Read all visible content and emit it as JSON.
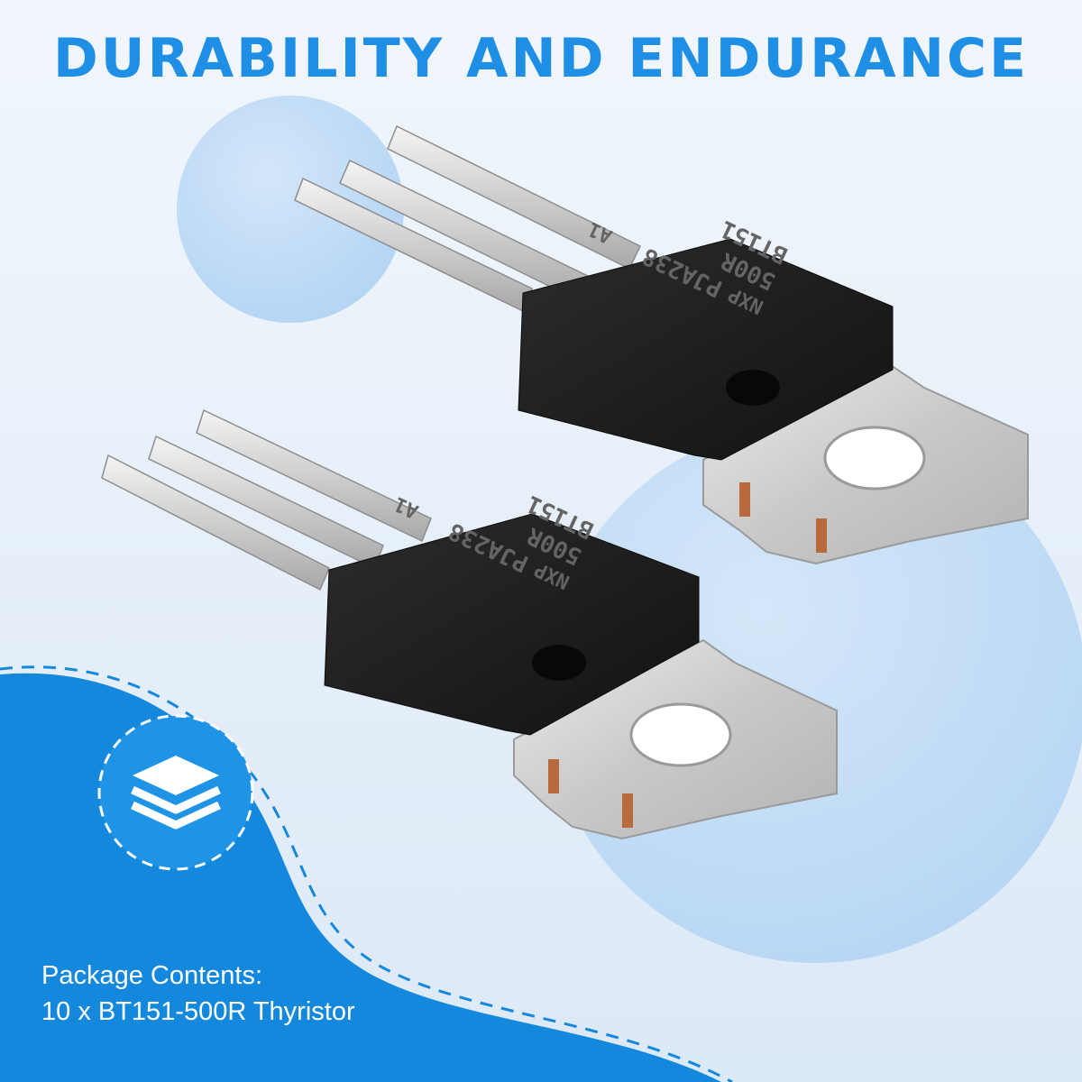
{
  "banner": {
    "headline": "DURABILITY AND ENDURANCE",
    "accent_color": "#1e8fe4",
    "background_color": "#eaf1f9"
  },
  "product": {
    "component_count_shown": 2,
    "markings": {
      "logo": "NXP",
      "part_line_1": "BT151",
      "part_line_2": "500R",
      "batch_code": "PJA238",
      "mark": "A1"
    }
  },
  "package": {
    "icon": "stacked-layers-icon",
    "heading": "Package Contents:",
    "item": "10 x BT151-500R Thyristor"
  }
}
